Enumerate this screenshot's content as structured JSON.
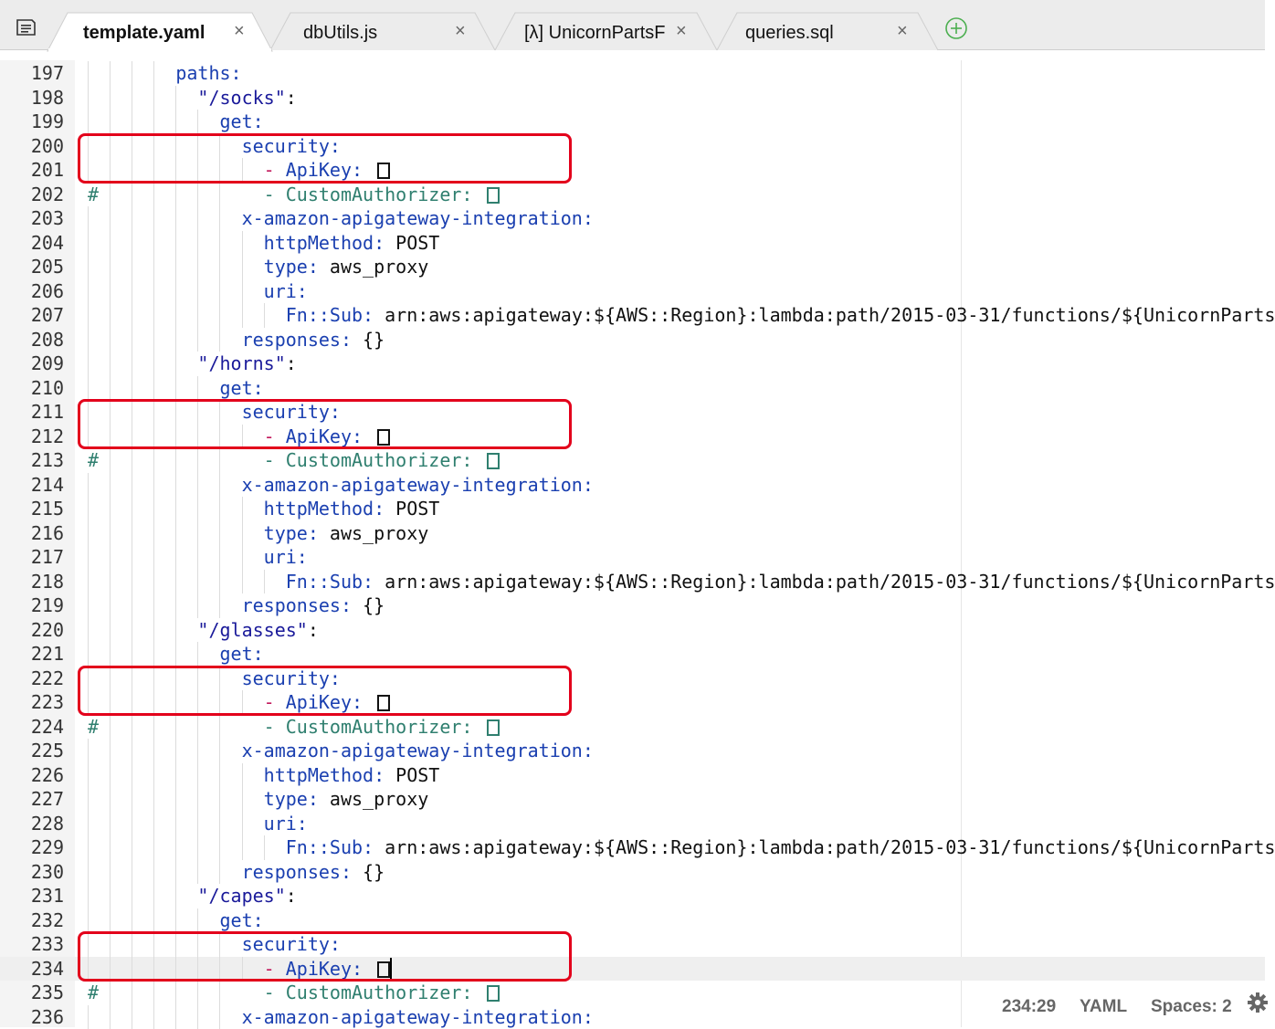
{
  "tabs": [
    {
      "label": "template.yaml",
      "active": true
    },
    {
      "label": "dbUtils.js",
      "active": false
    },
    {
      "label": "[λ] UnicornPartsF",
      "active": false
    },
    {
      "label": "queries.sql",
      "active": false
    }
  ],
  "icons": {
    "menu": "file-list-icon",
    "close": "close-icon",
    "add": "add-tab-icon",
    "settings": "gear-icon"
  },
  "editor": {
    "current_line": 234,
    "lines": [
      {
        "n": "197",
        "indent": 4,
        "tokens": [
          {
            "t": "paths",
            "c": "k"
          },
          {
            "t": ":",
            "c": "p"
          }
        ]
      },
      {
        "n": "198",
        "indent": 5,
        "tokens": [
          {
            "t": "\"/socks\"",
            "c": "str"
          },
          {
            "t": ":",
            "c": "v"
          }
        ]
      },
      {
        "n": "199",
        "indent": 6,
        "tokens": [
          {
            "t": "get",
            "c": "k"
          },
          {
            "t": ":",
            "c": "p"
          }
        ]
      },
      {
        "n": "200",
        "indent": 7,
        "tokens": [
          {
            "t": "security",
            "c": "k"
          },
          {
            "t": ":",
            "c": "p"
          }
        ]
      },
      {
        "n": "201",
        "indent": 8,
        "tokens": [
          {
            "t": "- ",
            "c": "dash"
          },
          {
            "t": "ApiKey",
            "c": "k"
          },
          {
            "t": ": ",
            "c": "p"
          },
          {
            "t": "[]",
            "c": "box"
          }
        ]
      },
      {
        "n": "202",
        "indent": 0,
        "comment": true,
        "tokens": [
          {
            "t": "#               - CustomAuthorizer: ",
            "c": "cm"
          },
          {
            "t": "[]",
            "c": "cmbox"
          }
        ]
      },
      {
        "n": "203",
        "indent": 7,
        "tokens": [
          {
            "t": "x-amazon-apigateway-integration",
            "c": "k"
          },
          {
            "t": ":",
            "c": "p"
          }
        ]
      },
      {
        "n": "204",
        "indent": 8,
        "tokens": [
          {
            "t": "httpMethod",
            "c": "k"
          },
          {
            "t": ": ",
            "c": "p"
          },
          {
            "t": "POST",
            "c": "v"
          }
        ]
      },
      {
        "n": "205",
        "indent": 8,
        "tokens": [
          {
            "t": "type",
            "c": "k"
          },
          {
            "t": ": ",
            "c": "p"
          },
          {
            "t": "aws_proxy",
            "c": "v"
          }
        ]
      },
      {
        "n": "206",
        "indent": 8,
        "tokens": [
          {
            "t": "uri",
            "c": "k"
          },
          {
            "t": ":",
            "c": "p"
          }
        ]
      },
      {
        "n": "207",
        "indent": 9,
        "tokens": [
          {
            "t": "Fn::Sub",
            "c": "k"
          },
          {
            "t": ": ",
            "c": "p"
          },
          {
            "t": "arn:aws:apigateway:${AWS::Region}:lambda:path/2015-03-31/functions/${UnicornParts",
            "c": "v"
          }
        ]
      },
      {
        "n": "208",
        "indent": 7,
        "tokens": [
          {
            "t": "responses",
            "c": "k"
          },
          {
            "t": ": ",
            "c": "p"
          },
          {
            "t": "{}",
            "c": "v"
          }
        ]
      },
      {
        "n": "209",
        "indent": 5,
        "tokens": [
          {
            "t": "\"/horns\"",
            "c": "str"
          },
          {
            "t": ":",
            "c": "v"
          }
        ]
      },
      {
        "n": "210",
        "indent": 6,
        "tokens": [
          {
            "t": "get",
            "c": "k"
          },
          {
            "t": ":",
            "c": "p"
          }
        ]
      },
      {
        "n": "211",
        "indent": 7,
        "tokens": [
          {
            "t": "security",
            "c": "k"
          },
          {
            "t": ":",
            "c": "p"
          }
        ]
      },
      {
        "n": "212",
        "indent": 8,
        "tokens": [
          {
            "t": "- ",
            "c": "dash"
          },
          {
            "t": "ApiKey",
            "c": "k"
          },
          {
            "t": ": ",
            "c": "p"
          },
          {
            "t": "[]",
            "c": "box"
          }
        ]
      },
      {
        "n": "213",
        "indent": 0,
        "comment": true,
        "tokens": [
          {
            "t": "#               - CustomAuthorizer: ",
            "c": "cm"
          },
          {
            "t": "[]",
            "c": "cmbox"
          }
        ]
      },
      {
        "n": "214",
        "indent": 7,
        "tokens": [
          {
            "t": "x-amazon-apigateway-integration",
            "c": "k"
          },
          {
            "t": ":",
            "c": "p"
          }
        ]
      },
      {
        "n": "215",
        "indent": 8,
        "tokens": [
          {
            "t": "httpMethod",
            "c": "k"
          },
          {
            "t": ": ",
            "c": "p"
          },
          {
            "t": "POST",
            "c": "v"
          }
        ]
      },
      {
        "n": "216",
        "indent": 8,
        "tokens": [
          {
            "t": "type",
            "c": "k"
          },
          {
            "t": ": ",
            "c": "p"
          },
          {
            "t": "aws_proxy",
            "c": "v"
          }
        ]
      },
      {
        "n": "217",
        "indent": 8,
        "tokens": [
          {
            "t": "uri",
            "c": "k"
          },
          {
            "t": ":",
            "c": "p"
          }
        ]
      },
      {
        "n": "218",
        "indent": 9,
        "tokens": [
          {
            "t": "Fn::Sub",
            "c": "k"
          },
          {
            "t": ": ",
            "c": "p"
          },
          {
            "t": "arn:aws:apigateway:${AWS::Region}:lambda:path/2015-03-31/functions/${UnicornParts",
            "c": "v"
          }
        ]
      },
      {
        "n": "219",
        "indent": 7,
        "tokens": [
          {
            "t": "responses",
            "c": "k"
          },
          {
            "t": ": ",
            "c": "p"
          },
          {
            "t": "{}",
            "c": "v"
          }
        ]
      },
      {
        "n": "220",
        "indent": 5,
        "tokens": [
          {
            "t": "\"/glasses\"",
            "c": "str"
          },
          {
            "t": ":",
            "c": "v"
          }
        ]
      },
      {
        "n": "221",
        "indent": 6,
        "tokens": [
          {
            "t": "get",
            "c": "k"
          },
          {
            "t": ":",
            "c": "p"
          }
        ]
      },
      {
        "n": "222",
        "indent": 7,
        "tokens": [
          {
            "t": "security",
            "c": "k"
          },
          {
            "t": ":",
            "c": "p"
          }
        ]
      },
      {
        "n": "223",
        "indent": 8,
        "tokens": [
          {
            "t": "- ",
            "c": "dash"
          },
          {
            "t": "ApiKey",
            "c": "k"
          },
          {
            "t": ": ",
            "c": "p"
          },
          {
            "t": "[]",
            "c": "box"
          }
        ]
      },
      {
        "n": "224",
        "indent": 0,
        "comment": true,
        "tokens": [
          {
            "t": "#               - CustomAuthorizer: ",
            "c": "cm"
          },
          {
            "t": "[]",
            "c": "cmbox"
          }
        ]
      },
      {
        "n": "225",
        "indent": 7,
        "tokens": [
          {
            "t": "x-amazon-apigateway-integration",
            "c": "k"
          },
          {
            "t": ":",
            "c": "p"
          }
        ]
      },
      {
        "n": "226",
        "indent": 8,
        "tokens": [
          {
            "t": "httpMethod",
            "c": "k"
          },
          {
            "t": ": ",
            "c": "p"
          },
          {
            "t": "POST",
            "c": "v"
          }
        ]
      },
      {
        "n": "227",
        "indent": 8,
        "tokens": [
          {
            "t": "type",
            "c": "k"
          },
          {
            "t": ": ",
            "c": "p"
          },
          {
            "t": "aws_proxy",
            "c": "v"
          }
        ]
      },
      {
        "n": "228",
        "indent": 8,
        "tokens": [
          {
            "t": "uri",
            "c": "k"
          },
          {
            "t": ":",
            "c": "p"
          }
        ]
      },
      {
        "n": "229",
        "indent": 9,
        "tokens": [
          {
            "t": "Fn::Sub",
            "c": "k"
          },
          {
            "t": ": ",
            "c": "p"
          },
          {
            "t": "arn:aws:apigateway:${AWS::Region}:lambda:path/2015-03-31/functions/${UnicornParts",
            "c": "v"
          }
        ]
      },
      {
        "n": "230",
        "indent": 7,
        "tokens": [
          {
            "t": "responses",
            "c": "k"
          },
          {
            "t": ": ",
            "c": "p"
          },
          {
            "t": "{}",
            "c": "v"
          }
        ]
      },
      {
        "n": "231",
        "indent": 5,
        "tokens": [
          {
            "t": "\"/capes\"",
            "c": "str"
          },
          {
            "t": ":",
            "c": "v"
          }
        ]
      },
      {
        "n": "232",
        "indent": 6,
        "tokens": [
          {
            "t": "get",
            "c": "k"
          },
          {
            "t": ":",
            "c": "p"
          }
        ]
      },
      {
        "n": "233",
        "indent": 7,
        "tokens": [
          {
            "t": "security",
            "c": "k"
          },
          {
            "t": ":",
            "c": "p"
          }
        ]
      },
      {
        "n": "234",
        "indent": 8,
        "tokens": [
          {
            "t": "- ",
            "c": "dash"
          },
          {
            "t": "ApiKey",
            "c": "k"
          },
          {
            "t": ": ",
            "c": "p"
          },
          {
            "t": "[]",
            "c": "box"
          },
          {
            "t": "",
            "c": "cursor"
          }
        ]
      },
      {
        "n": "235",
        "indent": 0,
        "comment": true,
        "tokens": [
          {
            "t": "#               - CustomAuthorizer: ",
            "c": "cm"
          },
          {
            "t": "[]",
            "c": "cmbox"
          }
        ]
      },
      {
        "n": "236",
        "indent": 7,
        "tokens": [
          {
            "t": "x-amazon-apigateway-integration",
            "c": "k"
          },
          {
            "t": ":",
            "c": "p"
          }
        ]
      }
    ],
    "highlighted_line_pairs": [
      [
        "200",
        "201"
      ],
      [
        "211",
        "212"
      ],
      [
        "222",
        "223"
      ],
      [
        "233",
        "234"
      ]
    ]
  },
  "status": {
    "cursor_position": "234:29",
    "language": "YAML",
    "indentation": "Spaces: 2"
  },
  "colors": {
    "keyword": "#1a3fb0",
    "string": "#1a1a9a",
    "comment": "#2f7f6f",
    "dash": "#c2185b",
    "highlight_box": "#e3001b",
    "add_tab": "#4caf50"
  }
}
